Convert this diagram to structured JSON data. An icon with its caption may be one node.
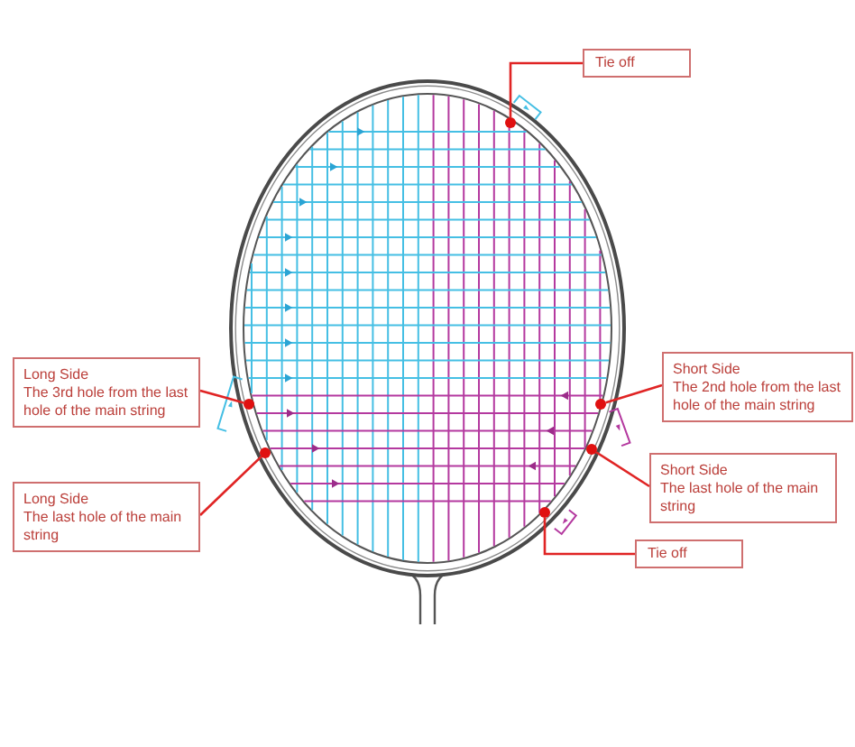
{
  "diagram": {
    "nodes": [
      {
        "text": [
          "Tie off"
        ]
      },
      {
        "text": [
          "Long Side",
          "The 3rd hole from the last hole of the main string"
        ]
      },
      {
        "text": [
          "Short Side",
          "The 2nd hole from the last hole of the main string"
        ]
      },
      {
        "text": [
          "Short Side",
          "The last hole of the main string"
        ]
      },
      {
        "text": [
          "Long Side",
          "The last hole of the main string"
        ]
      },
      {
        "text": [
          "Tie off"
        ]
      },
      {
        "text": [],
        "shape": "circle"
      },
      {
        "text": [],
        "shape": "circle"
      },
      {
        "text": [],
        "shape": "circle"
      },
      {
        "text": [],
        "shape": "circle"
      },
      {
        "text": [],
        "shape": "circle"
      },
      {
        "text": [],
        "shape": "circle"
      }
    ],
    "edges": [
      {
        "from": 0,
        "to": 6,
        "arrow": "none"
      },
      {
        "from": 1,
        "to": 7,
        "arrow": "none"
      },
      {
        "from": 2,
        "to": 8,
        "arrow": "none"
      },
      {
        "from": 3,
        "to": 10,
        "arrow": "none"
      },
      {
        "from": 4,
        "to": 9,
        "arrow": "none"
      },
      {
        "from": 5,
        "to": 11,
        "arrow": "none"
      }
    ]
  }
}
